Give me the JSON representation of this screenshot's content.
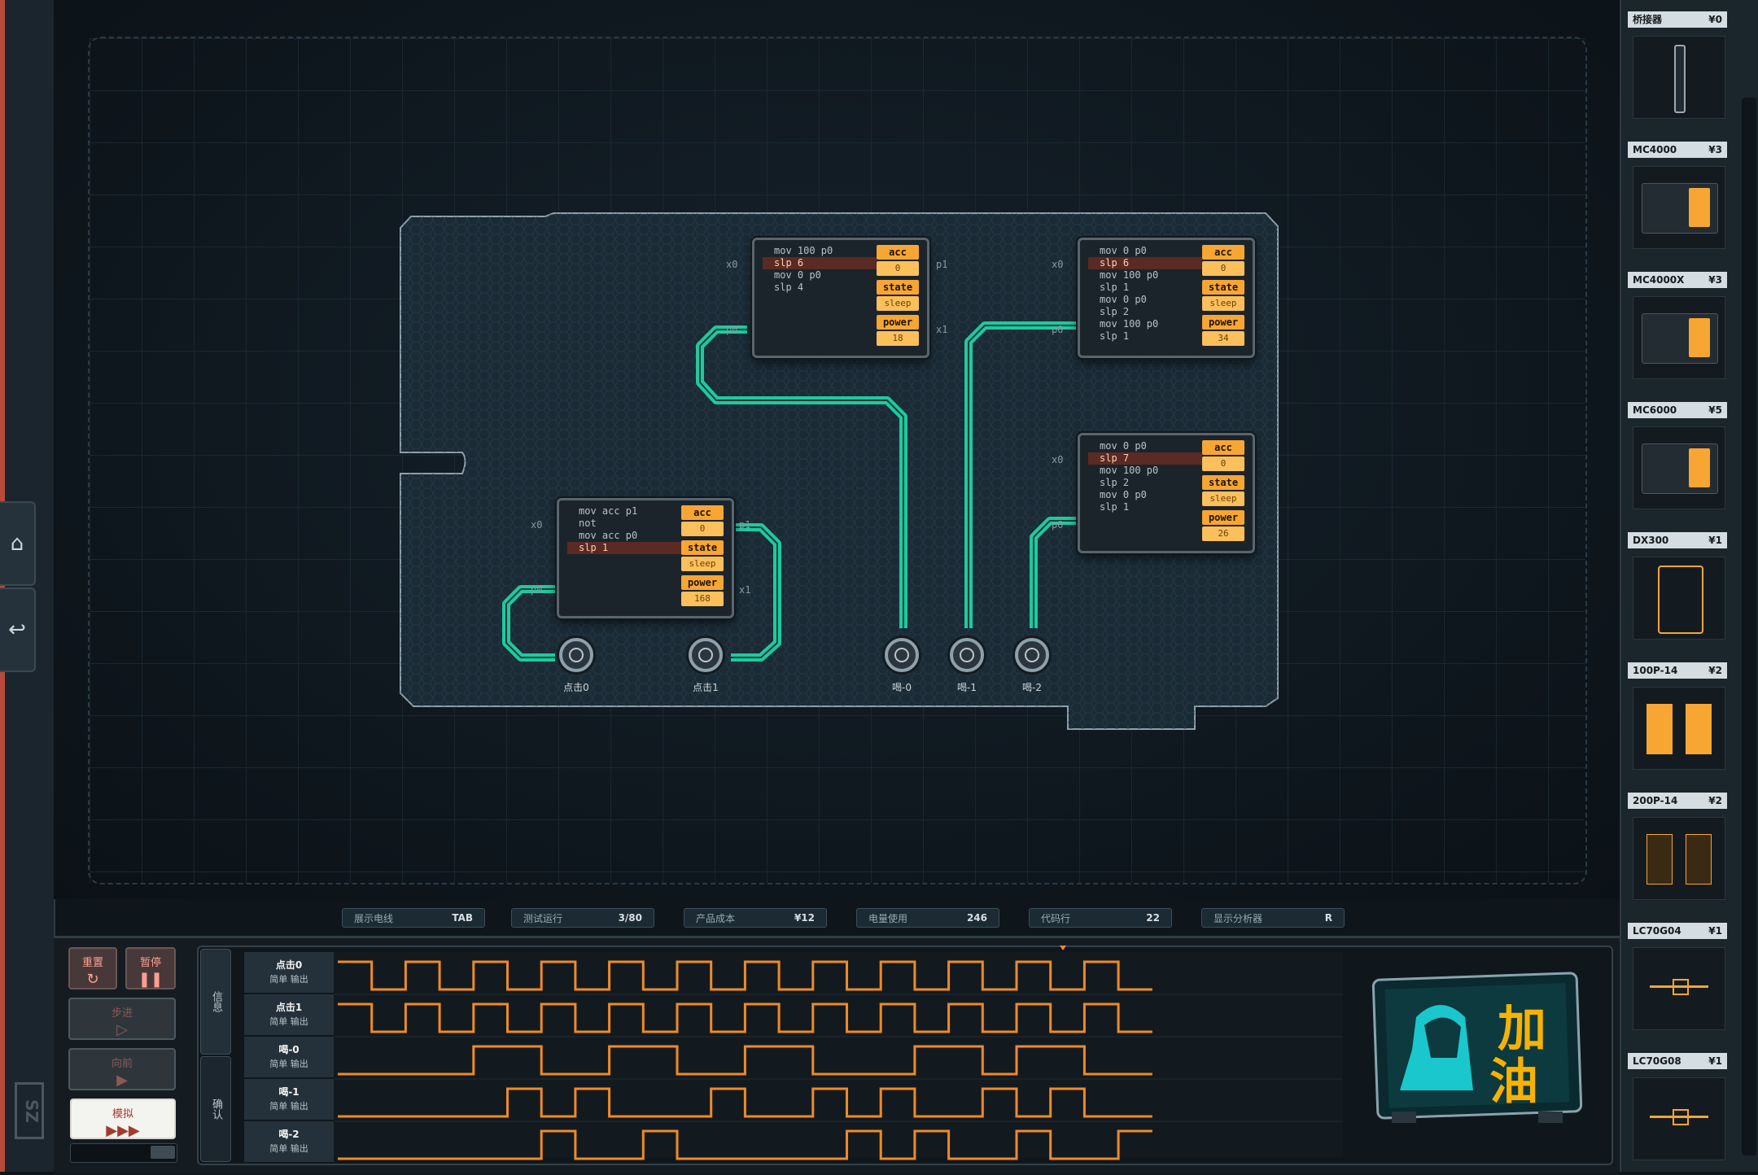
{
  "rail": {
    "home_icon": "home-icon",
    "undo_icon": "undo-icon",
    "logo": "SZ"
  },
  "chips": [
    {
      "id": "mc-a",
      "code": [
        "mov 100 p0",
        "slp 6",
        "mov 0 p0",
        "slp 4"
      ],
      "highlight": 1,
      "acc": "0",
      "state": "sleep",
      "power": "18",
      "pins": {
        "left_top": "x0",
        "left_bot": "p0",
        "right_top": "p1",
        "right_bot": "x1"
      }
    },
    {
      "id": "mc-b",
      "code": [
        "mov 0 p0",
        "slp 6",
        "mov 100 p0",
        "slp 1",
        "mov 0 p0",
        "slp 2",
        "mov 100 p0",
        "slp 1"
      ],
      "highlight": 1,
      "acc": "0",
      "state": "sleep",
      "power": "34",
      "pins": {
        "left_top": "x0",
        "left_bot": "p0"
      }
    },
    {
      "id": "mc-c",
      "code": [
        "mov 0 p0",
        "slp 7",
        "mov 100 p0",
        "slp 2",
        "mov 0 p0",
        "slp 1"
      ],
      "highlight": 1,
      "acc": "0",
      "state": "sleep",
      "power": "26",
      "pins": {
        "left_top": "x0",
        "left_bot": "p0"
      }
    },
    {
      "id": "mc-d",
      "code": [
        "mov acc p1",
        "not",
        "mov acc p0",
        "slp 1"
      ],
      "highlight": 3,
      "acc": "0",
      "state": "sleep",
      "power": "168",
      "pins": {
        "left_top": "x0",
        "left_bot": "p0",
        "right_top": "p1",
        "right_bot": "x1"
      }
    }
  ],
  "reg_labels": {
    "acc": "acc",
    "state": "state",
    "power": "power"
  },
  "ports": [
    "点击0",
    "点击1",
    "喝-0",
    "喝-1",
    "喝-2"
  ],
  "status": [
    {
      "k": "展示电线",
      "v": "TAB"
    },
    {
      "k": "测试运行",
      "v": "3/80"
    },
    {
      "k": "产品成本",
      "v": "¥12"
    },
    {
      "k": "电量使用",
      "v": "246"
    },
    {
      "k": "代码行",
      "v": "22"
    },
    {
      "k": "显示分析器",
      "v": "R"
    }
  ],
  "controls": {
    "reset": "重置",
    "pause": "暂停",
    "step": "步进",
    "forward": "向前",
    "simulate": "模拟"
  },
  "side_tabs": [
    "信息",
    "确认"
  ],
  "waves": [
    {
      "name": "点击0",
      "type": "简单 输出"
    },
    {
      "name": "点击1",
      "type": "简单 输出"
    },
    {
      "name": "喝-0",
      "type": "简单 输出"
    },
    {
      "name": "喝-1",
      "type": "简单 输出"
    },
    {
      "name": "喝-2",
      "type": "简单 输出"
    }
  ],
  "ad": {
    "text1": "加",
    "text2": "油"
  },
  "parts": [
    {
      "name": "桥接器",
      "price": "¥0"
    },
    {
      "name": "MC4000",
      "price": "¥3"
    },
    {
      "name": "MC4000X",
      "price": "¥3"
    },
    {
      "name": "MC6000",
      "price": "¥5"
    },
    {
      "name": "DX300",
      "price": "¥1"
    },
    {
      "name": "100P-14",
      "price": "¥2"
    },
    {
      "name": "200P-14",
      "price": "¥2"
    },
    {
      "name": "LC70G04",
      "price": "¥1"
    },
    {
      "name": "LC70G08",
      "price": "¥1"
    }
  ],
  "colors": {
    "trace": "#1fc9a0",
    "reg": "#f7a633",
    "wave": "#f08a24",
    "accent": "#b84a3a"
  }
}
